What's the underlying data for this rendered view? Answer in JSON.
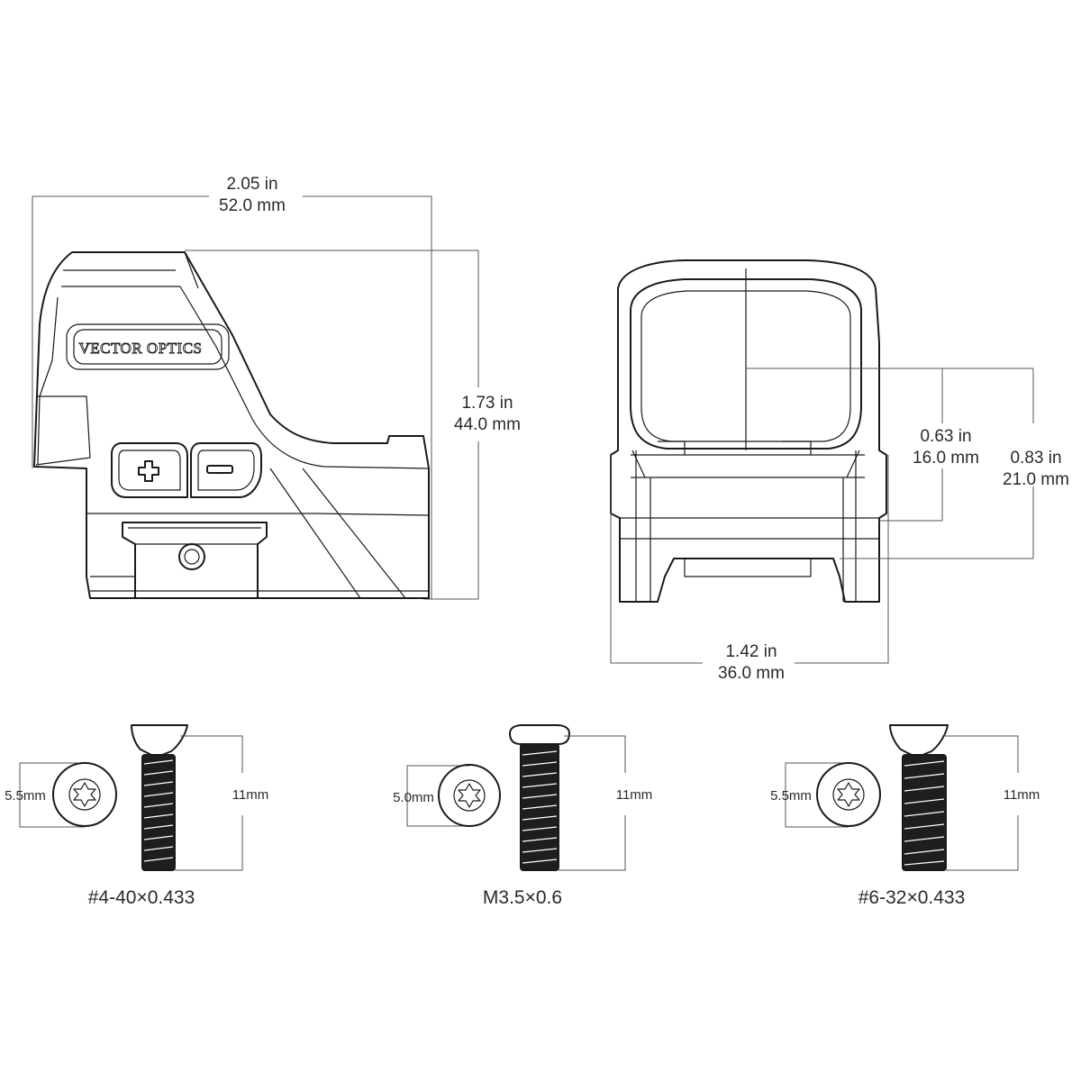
{
  "side_view": {
    "brand": "VECTOR OPTICS",
    "width": {
      "in": "2.05 in",
      "mm": "52.0 mm"
    },
    "height": {
      "in": "1.73 in",
      "mm": "44.0 mm"
    },
    "buttons": {
      "plus": "plus-icon",
      "minus": "minus-icon"
    }
  },
  "front_view": {
    "height_a": {
      "in": "0.63 in",
      "mm": "16.0 mm"
    },
    "height_b": {
      "in": "0.83 in",
      "mm": "21.0 mm"
    },
    "width": {
      "in": "1.42 in",
      "mm": "36.0 mm"
    }
  },
  "screws": [
    {
      "head_diameter": "5.5mm",
      "length": "11mm",
      "spec": "#4-40×0.433",
      "head": "countersunk",
      "drive": "torx-icon"
    },
    {
      "head_diameter": "5.0mm",
      "length": "11mm",
      "spec": "M3.5×0.6",
      "head": "button",
      "drive": "torx-icon"
    },
    {
      "head_diameter": "5.5mm",
      "length": "11mm",
      "spec": "#6-32×0.433",
      "head": "countersunk",
      "drive": "torx-icon"
    }
  ]
}
